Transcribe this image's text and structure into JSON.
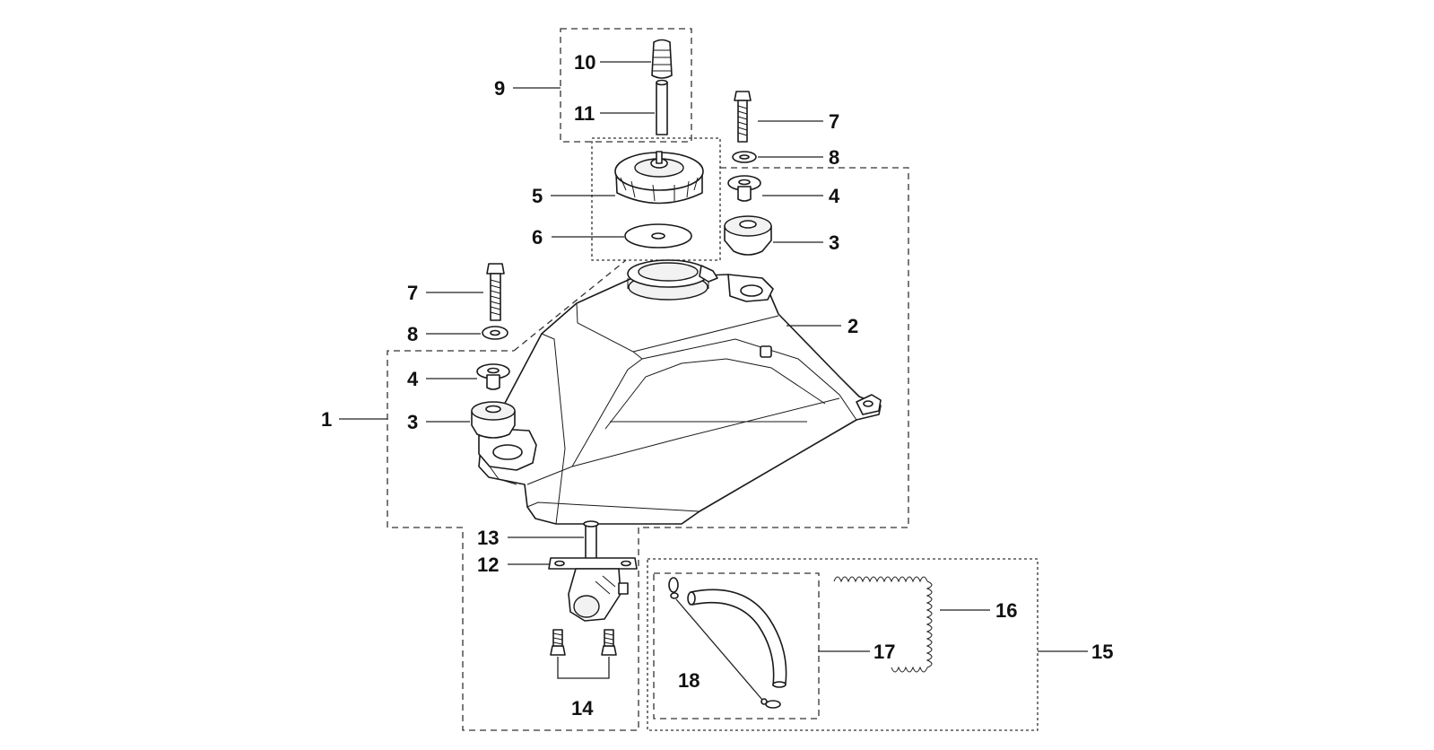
{
  "labels": {
    "l1": "1",
    "l2": "2",
    "l3a": "3",
    "l3b": "3",
    "l4a": "4",
    "l4b": "4",
    "l5": "5",
    "l6": "6",
    "l7a": "7",
    "l7b": "7",
    "l8a": "8",
    "l8b": "8",
    "l9": "9",
    "l10": "10",
    "l11": "11",
    "l12": "12",
    "l13": "13",
    "l14": "14",
    "l15": "15",
    "l16": "16",
    "l17": "17",
    "l18": "18"
  }
}
